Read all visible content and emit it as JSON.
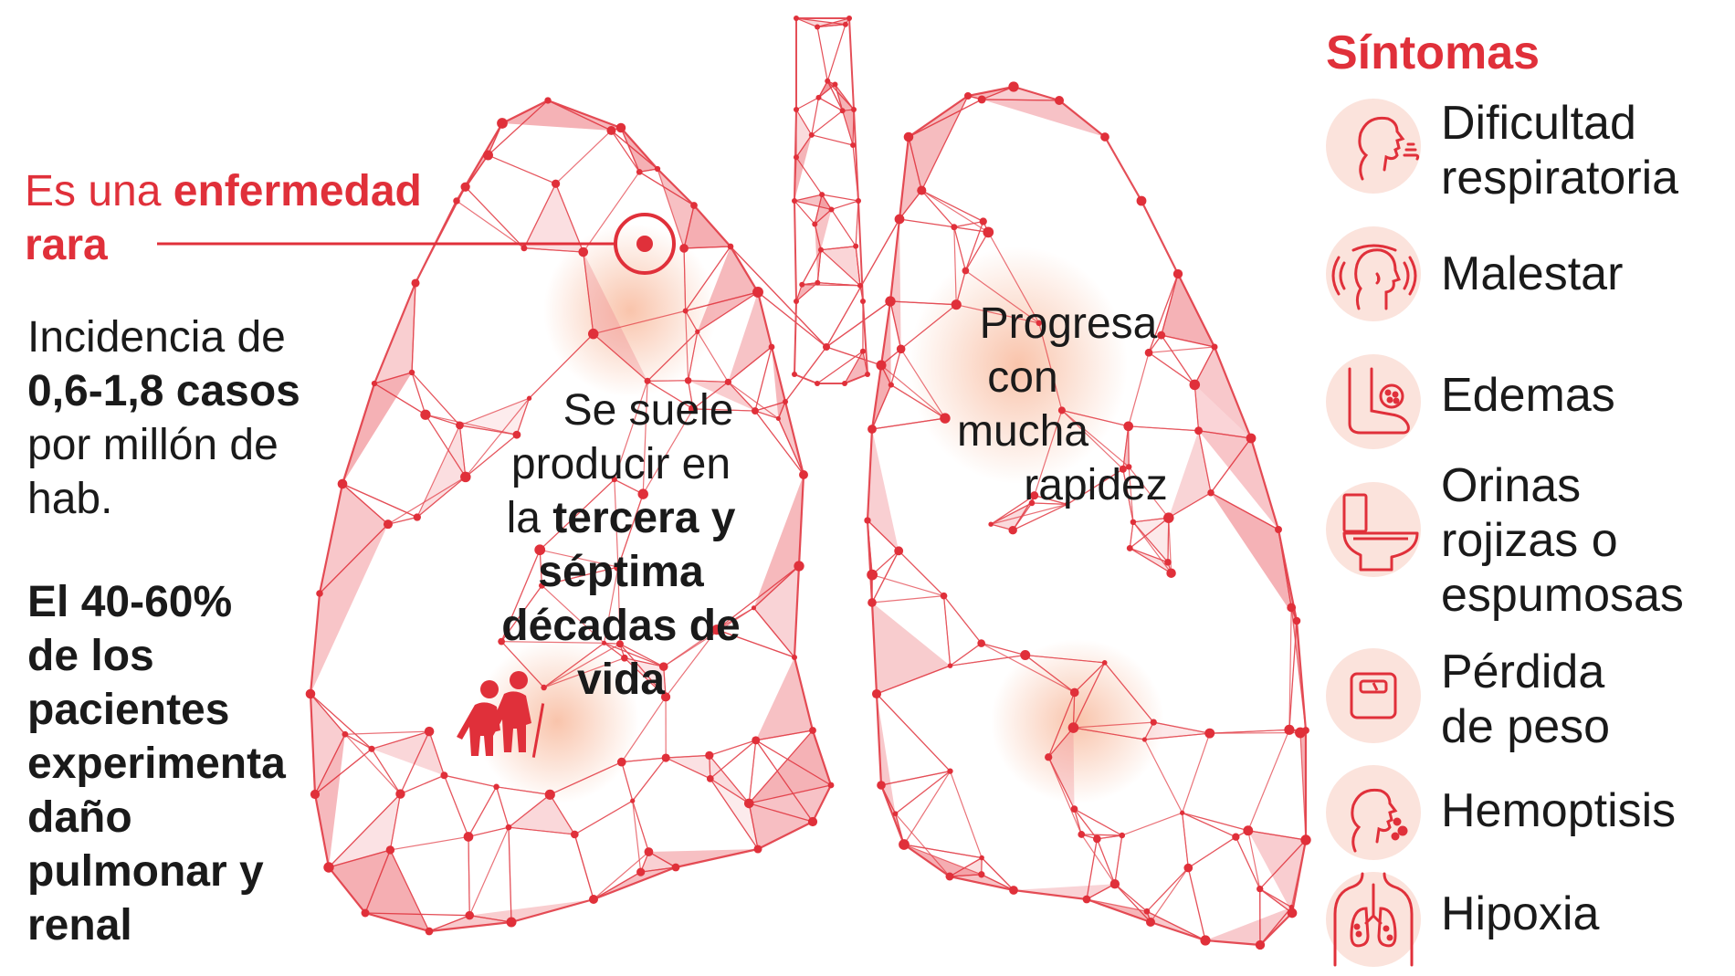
{
  "left": {
    "rare_part1": "Es una ",
    "rare_bold": "enfermedad",
    "rare_line2": "rara",
    "incidence_line1": "Incidencia de",
    "incidence_bold": "0,6-1,8 casos",
    "incidence_line3": "por millón de",
    "incidence_line4": "hab.",
    "damage_lines": [
      "El 40-60%",
      "de los",
      "pacientes",
      "experimenta",
      "daño",
      "pulmonar y",
      "renal"
    ]
  },
  "center": {
    "left_line1": "Se suele",
    "left_line2": "producir en",
    "left_line3_normal": "la ",
    "left_line3_bold": "tercera y",
    "left_line4": "séptima",
    "left_line5": "décadas de",
    "left_line6": "vida",
    "right_lines": [
      "Progresa",
      "con",
      "mucha",
      "rapidez"
    ]
  },
  "symptoms": {
    "title": "Síntomas",
    "items": [
      {
        "label_lines": [
          "Dificultad",
          "respiratoria"
        ],
        "icon": "breathing-face-icon"
      },
      {
        "label_lines": [
          "Malestar"
        ],
        "icon": "dizzy-face-icon"
      },
      {
        "label_lines": [
          "Edemas"
        ],
        "icon": "swollen-foot-icon"
      },
      {
        "label_lines": [
          "Orinas",
          "rojizas o",
          "espumosas"
        ],
        "icon": "toilet-icon"
      },
      {
        "label_lines": [
          "Pérdida",
          "de peso"
        ],
        "icon": "scale-icon"
      },
      {
        "label_lines": [
          "Hemoptisis"
        ],
        "icon": "coughing-blood-icon"
      },
      {
        "label_lines": [
          "Hipoxia"
        ],
        "icon": "lungs-body-icon"
      }
    ]
  },
  "colors": {
    "accent": "#e0303a",
    "lung_fill": "#f08a90",
    "icon_bg": "#fbe3dc"
  }
}
